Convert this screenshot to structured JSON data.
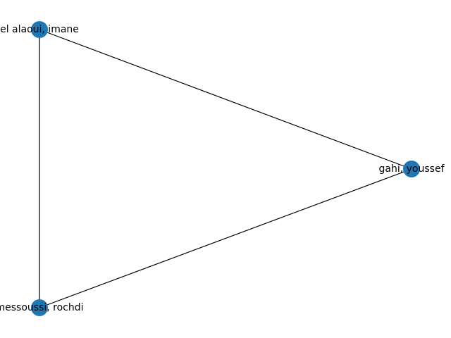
{
  "graph": {
    "node_color": "#1f77b4",
    "edge_color": "#000000",
    "nodes": [
      {
        "id": "n1",
        "label": "el alaoui, imane"
      },
      {
        "id": "n2",
        "label": "gahi, youssef"
      },
      {
        "id": "n3",
        "label": "messoussi, rochdi"
      }
    ],
    "edges": [
      {
        "source": "n1",
        "target": "n2"
      },
      {
        "source": "n1",
        "target": "n3"
      },
      {
        "source": "n3",
        "target": "n2"
      }
    ]
  }
}
